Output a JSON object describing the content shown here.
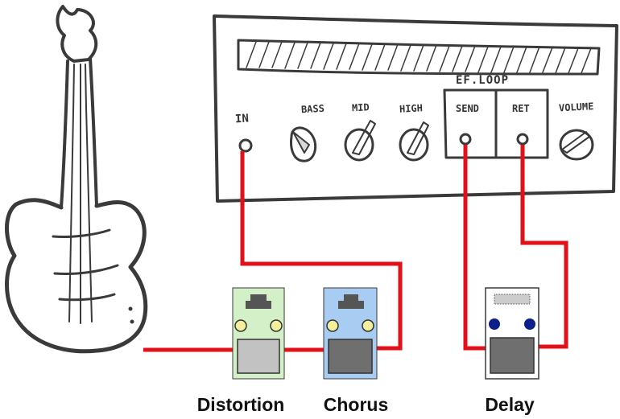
{
  "amplifier": {
    "input_label": "IN",
    "knobs": [
      {
        "label": "BASS"
      },
      {
        "label": "MID"
      },
      {
        "label": "HIGH"
      },
      {
        "label": "VOLUME"
      }
    ],
    "effects_loop": {
      "label": "EF.LOOP",
      "send_label": "SEND",
      "return_label": "RET"
    }
  },
  "pedals": [
    {
      "name": "Distortion",
      "color": "#d4f0c8"
    },
    {
      "name": "Chorus",
      "color": "#a9cdf2"
    },
    {
      "name": "Delay",
      "color": "#ffffff"
    }
  ],
  "colors": {
    "cable": "#e3101a",
    "sketch": "#3a3a3a",
    "pedal_knob_yellow": "#f3ef9c",
    "pedal_knob_navy": "#0d1f8a",
    "footswitch_light": "#c2c2c2",
    "footswitch_dark": "#6f6f6f"
  },
  "icons": {
    "guitar": "electric-guitar-sketch-icon",
    "amplifier": "amplifier-sketch-icon"
  }
}
